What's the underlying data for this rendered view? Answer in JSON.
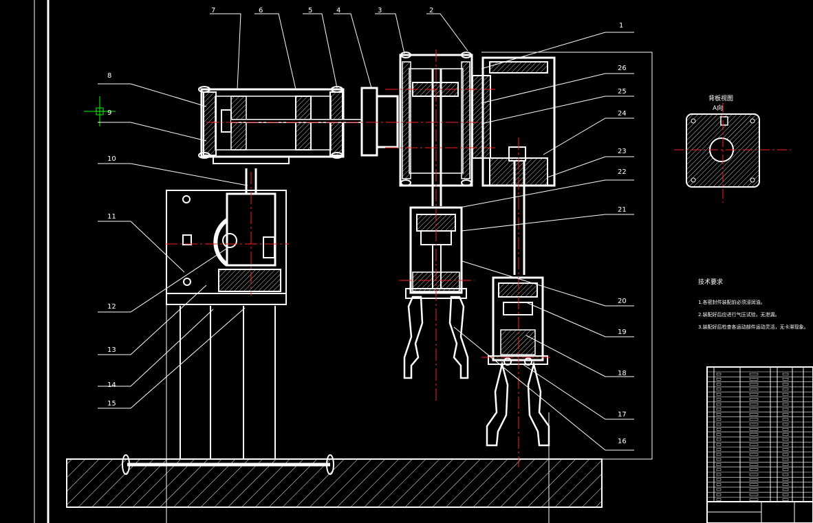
{
  "part_numbers": [
    "1",
    "2",
    "3",
    "4",
    "5",
    "6",
    "7",
    "8",
    "9",
    "10",
    "11",
    "12",
    "13",
    "14",
    "15",
    "16",
    "17",
    "18",
    "19",
    "20",
    "21",
    "22",
    "23",
    "24",
    "25",
    "26"
  ],
  "notes": {
    "heading": "技术要求",
    "lines": [
      "1.各密封件装配前必须浸润油。",
      "2.装配好后应进行气压试验，无泄漏。",
      "3.装配好后检查各运动部件运动灵活，无卡滞现象。"
    ]
  },
  "view_label": {
    "title": "背板视图",
    "subtitle": "A向"
  },
  "colors": {
    "background": "#000000",
    "line": "#ffffff",
    "center_line": "#ff2020",
    "crosshair": "#00ff00"
  }
}
